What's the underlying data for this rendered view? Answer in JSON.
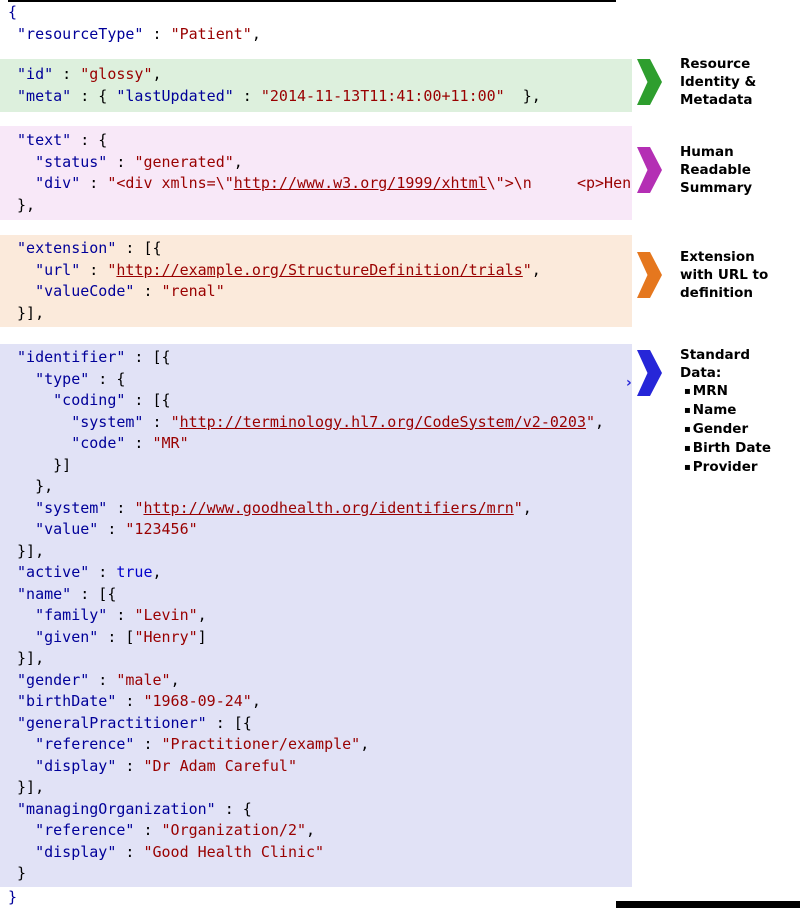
{
  "colors": {
    "key": "#000099",
    "string": "#990000",
    "link": "#990000",
    "keyword": "#0000cc",
    "punct": "#000000",
    "bg_green": "#ddf0dd",
    "bg_pink": "#f8e8f8",
    "bg_orange": "#fbeadb",
    "bg_blue": "#e1e2f6"
  },
  "code": {
    "sections": [
      {
        "id": "opening",
        "bg": "none",
        "lines": [
          [
            [
              "b",
              "{"
            ]
          ],
          [
            [
              "p",
              " "
            ],
            [
              "k",
              "\"resourceType\""
            ],
            [
              "p",
              " : "
            ],
            [
              "s",
              "\"Patient\""
            ],
            [
              "p",
              ","
            ]
          ]
        ]
      },
      {
        "id": "identity",
        "bg": "green",
        "lines": [
          [
            [
              "p",
              " "
            ],
            [
              "k",
              "\"id\""
            ],
            [
              "p",
              " : "
            ],
            [
              "s",
              "\"glossy\""
            ],
            [
              "p",
              ","
            ]
          ],
          [
            [
              "p",
              " "
            ],
            [
              "k",
              "\"meta\""
            ],
            [
              "p",
              " : { "
            ],
            [
              "k",
              "\"lastUpdated\""
            ],
            [
              "p",
              " : "
            ],
            [
              "s",
              "\"2014-11-13T11:41:00+11:00\""
            ],
            [
              "p",
              "  },"
            ]
          ]
        ]
      },
      {
        "id": "narrative",
        "bg": "pink",
        "lines": [
          [
            [
              "p",
              " "
            ],
            [
              "k",
              "\"text\""
            ],
            [
              "p",
              " : {"
            ]
          ],
          [
            [
              "p",
              "   "
            ],
            [
              "k",
              "\"status\""
            ],
            [
              "p",
              " : "
            ],
            [
              "s",
              "\"generated\""
            ],
            [
              "p",
              ","
            ]
          ],
          [
            [
              "p",
              "   "
            ],
            [
              "k",
              "\"div\""
            ],
            [
              "p",
              " : "
            ],
            [
              "s",
              "\"<div xmlns=\\\""
            ],
            [
              "l",
              "http://www.w3.org/1999/xhtml"
            ],
            [
              "s",
              "\\\">\\n     <p>Henr"
            ]
          ],
          [
            [
              "p",
              " },"
            ]
          ]
        ]
      },
      {
        "id": "extension",
        "bg": "orange",
        "lines": [
          [
            [
              "p",
              " "
            ],
            [
              "k",
              "\"extension\""
            ],
            [
              "p",
              " : [{"
            ]
          ],
          [
            [
              "p",
              "   "
            ],
            [
              "k",
              "\"url\""
            ],
            [
              "p",
              " : "
            ],
            [
              "s",
              "\""
            ],
            [
              "l",
              "http://example.org/StructureDefinition/trials"
            ],
            [
              "s",
              "\""
            ],
            [
              "p",
              ","
            ]
          ],
          [
            [
              "p",
              "   "
            ],
            [
              "k",
              "\"valueCode\""
            ],
            [
              "p",
              " : "
            ],
            [
              "s",
              "\"renal\""
            ]
          ],
          [
            [
              "p",
              " }],"
            ]
          ]
        ]
      },
      {
        "id": "standard",
        "bg": "blue",
        "lines": [
          [
            [
              "p",
              " "
            ],
            [
              "k",
              "\"identifier\""
            ],
            [
              "p",
              " : [{"
            ]
          ],
          [
            [
              "p",
              "   "
            ],
            [
              "k",
              "\"type\""
            ],
            [
              "p",
              " : {"
            ]
          ],
          [
            [
              "p",
              "     "
            ],
            [
              "k",
              "\"coding\""
            ],
            [
              "p",
              " : [{"
            ]
          ],
          [
            [
              "p",
              "       "
            ],
            [
              "k",
              "\"system\""
            ],
            [
              "p",
              " : "
            ],
            [
              "s",
              "\""
            ],
            [
              "l",
              "http://terminology.hl7.org/CodeSystem/v2-0203"
            ],
            [
              "s",
              "\""
            ],
            [
              "p",
              ","
            ]
          ],
          [
            [
              "p",
              "       "
            ],
            [
              "k",
              "\"code\""
            ],
            [
              "p",
              " : "
            ],
            [
              "s",
              "\"MR\""
            ]
          ],
          [
            [
              "p",
              "     }]"
            ]
          ],
          [
            [
              "p",
              "   },"
            ]
          ],
          [
            [
              "p",
              "   "
            ],
            [
              "k",
              "\"system\""
            ],
            [
              "p",
              " : "
            ],
            [
              "s",
              "\""
            ],
            [
              "l",
              "http://www.goodhealth.org/identifiers/mrn"
            ],
            [
              "s",
              "\""
            ],
            [
              "p",
              ","
            ]
          ],
          [
            [
              "p",
              "   "
            ],
            [
              "k",
              "\"value\""
            ],
            [
              "p",
              " : "
            ],
            [
              "s",
              "\"123456\""
            ]
          ],
          [
            [
              "p",
              " }],"
            ]
          ],
          [
            [
              "p",
              " "
            ],
            [
              "k",
              "\"active\""
            ],
            [
              "p",
              " : "
            ],
            [
              "w",
              "true"
            ],
            [
              "p",
              ","
            ]
          ],
          [
            [
              "p",
              " "
            ],
            [
              "k",
              "\"name\""
            ],
            [
              "p",
              " : [{"
            ]
          ],
          [
            [
              "p",
              "   "
            ],
            [
              "k",
              "\"family\""
            ],
            [
              "p",
              " : "
            ],
            [
              "s",
              "\"Levin\""
            ],
            [
              "p",
              ","
            ]
          ],
          [
            [
              "p",
              "   "
            ],
            [
              "k",
              "\"given\""
            ],
            [
              "p",
              " : ["
            ],
            [
              "s",
              "\"Henry\""
            ],
            [
              "p",
              "]"
            ]
          ],
          [
            [
              "p",
              " }],"
            ]
          ],
          [
            [
              "p",
              " "
            ],
            [
              "k",
              "\"gender\""
            ],
            [
              "p",
              " : "
            ],
            [
              "s",
              "\"male\""
            ],
            [
              "p",
              ","
            ]
          ],
          [
            [
              "p",
              " "
            ],
            [
              "k",
              "\"birthDate\""
            ],
            [
              "p",
              " : "
            ],
            [
              "s",
              "\"1968-09-24\""
            ],
            [
              "p",
              ","
            ]
          ],
          [
            [
              "p",
              " "
            ],
            [
              "k",
              "\"generalPractitioner\""
            ],
            [
              "p",
              " : [{"
            ]
          ],
          [
            [
              "p",
              "   "
            ],
            [
              "k",
              "\"reference\""
            ],
            [
              "p",
              " : "
            ],
            [
              "s",
              "\"Practitioner/example\""
            ],
            [
              "p",
              ","
            ]
          ],
          [
            [
              "p",
              "   "
            ],
            [
              "k",
              "\"display\""
            ],
            [
              "p",
              " : "
            ],
            [
              "s",
              "\"Dr Adam Careful\""
            ]
          ],
          [
            [
              "p",
              " }],"
            ]
          ],
          [
            [
              "p",
              " "
            ],
            [
              "k",
              "\"managingOrganization\""
            ],
            [
              "p",
              " : {"
            ]
          ],
          [
            [
              "p",
              "   "
            ],
            [
              "k",
              "\"reference\""
            ],
            [
              "p",
              " : "
            ],
            [
              "s",
              "\"Organization/2\""
            ],
            [
              "p",
              ","
            ]
          ],
          [
            [
              "p",
              "   "
            ],
            [
              "k",
              "\"display\""
            ],
            [
              "p",
              " : "
            ],
            [
              "s",
              "\"Good Health Clinic\""
            ]
          ],
          [
            [
              "p",
              " }"
            ]
          ]
        ]
      },
      {
        "id": "closing",
        "bg": "none",
        "lines": [
          [
            [
              "b",
              "}"
            ]
          ]
        ]
      }
    ]
  },
  "annotations": [
    {
      "id": "resource-identity",
      "arrow_color": "#2e9e2e",
      "label": "Resource\nIdentity &\nMetadata"
    },
    {
      "id": "human-readable",
      "arrow_color": "#b42fb4",
      "label": "Human\nReadable\nSummary"
    },
    {
      "id": "extension-url",
      "arrow_color": "#e5771e",
      "label": "Extension\nwith URL to\ndefinition"
    },
    {
      "id": "standard-data",
      "arrow_color": "#2626d8",
      "label": "Standard\nData:",
      "bullets": [
        "MRN",
        "Name",
        "Gender",
        "Birth Date",
        "Provider"
      ]
    }
  ]
}
